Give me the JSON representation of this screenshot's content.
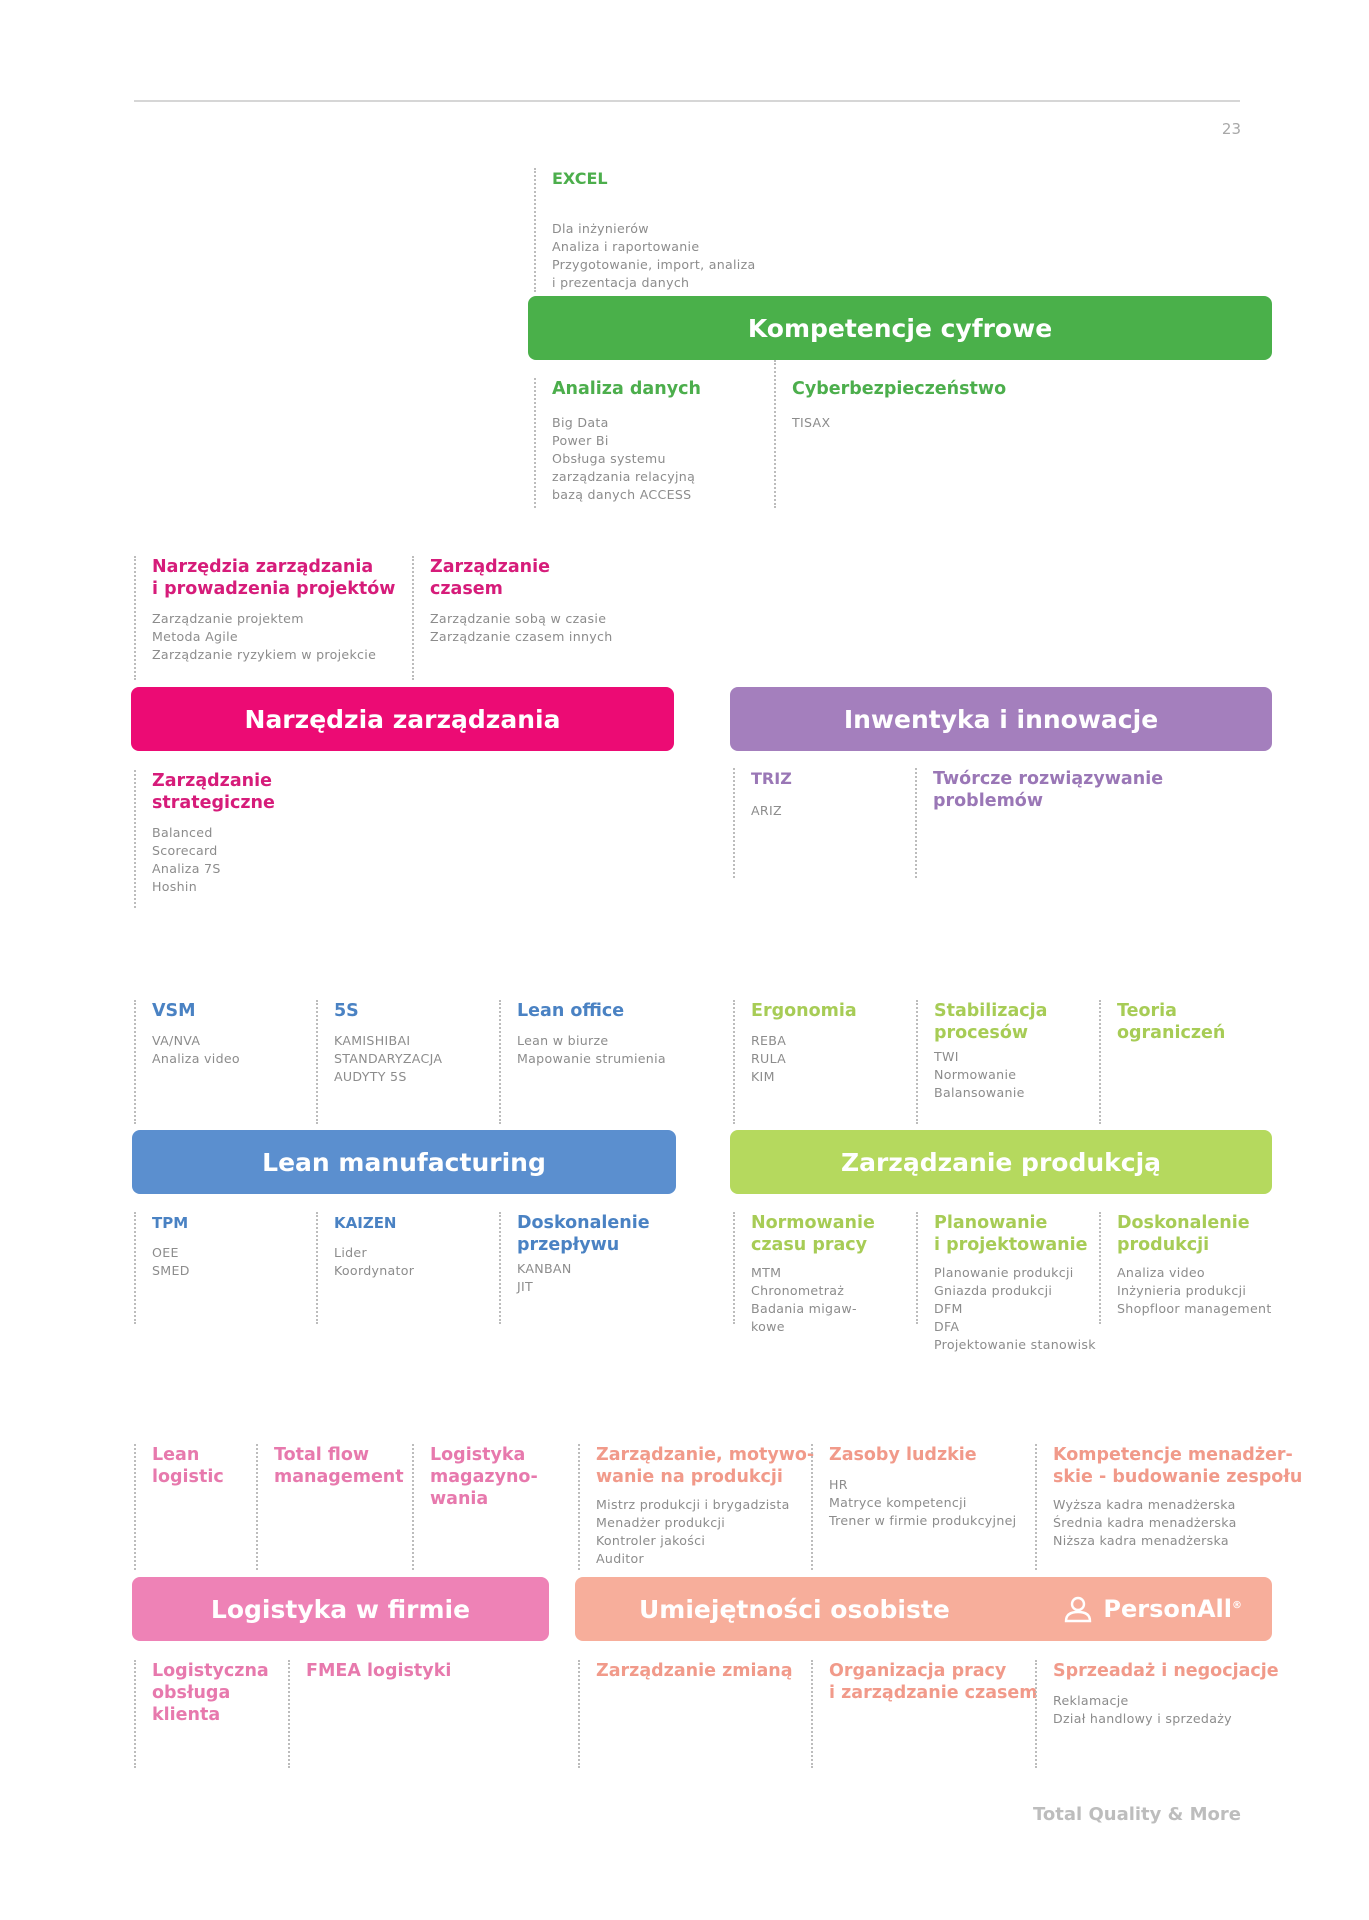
{
  "page_number": "23",
  "footer": "Total Quality & More",
  "digital": {
    "title": "Kompetencje cyfrowe",
    "color": "#4ab04a",
    "excel": {
      "title": "EXCEL",
      "items": [
        "Dla inżynierów",
        "Analiza i raportowanie",
        "Przygotowanie, import, analiza",
        "i prezentacja danych"
      ]
    },
    "analiza": {
      "title": "Analiza danych",
      "items": [
        "Big Data",
        "Power Bi",
        "Obsługa systemu",
        "zarządzania relacyjną",
        "bazą danych ACCESS"
      ]
    },
    "cyber": {
      "title": "Cyberbezpieczeństwo",
      "items": [
        "TISAX"
      ]
    }
  },
  "management": {
    "title": "Narzędzia zarządzania",
    "color": "#ec0b74",
    "projects": {
      "title": [
        "Narzędzia zarządzania",
        "i prowadzenia projektów"
      ],
      "items": [
        "Zarządzanie projektem",
        "Metoda Agile",
        "Zarządzanie ryzykiem w projekcie"
      ]
    },
    "time": {
      "title": [
        "Zarządzanie",
        "czasem"
      ],
      "items": [
        "Zarządzanie sobą w czasie",
        "Zarządzanie czasem innych"
      ]
    },
    "strategic": {
      "title": [
        "Zarządzanie",
        "strategiczne"
      ],
      "items": [
        "Balanced",
        "Scorecard",
        "Analiza 7S",
        "Hoshin"
      ]
    }
  },
  "innovation": {
    "title": "Inwentyka i innowacje",
    "color": "#a47fbd",
    "triz": {
      "title": "TRIZ",
      "items": [
        "ARIZ"
      ]
    },
    "creative": {
      "title": [
        "Twórcze rozwiązywanie",
        "problemów"
      ]
    }
  },
  "lean": {
    "title": "Lean manufacturing",
    "color": "#5b8fcf",
    "vsm": {
      "title": "VSM",
      "items": [
        "VA/NVA",
        "Analiza video"
      ]
    },
    "s5": {
      "title": "5S",
      "items": [
        "KAMISHIBAI",
        "STANDARYZACJA",
        "AUDYTY 5S"
      ]
    },
    "office": {
      "title": "Lean office",
      "items": [
        "Lean w biurze",
        "Mapowanie strumienia"
      ]
    },
    "tpm": {
      "title": "TPM",
      "items": [
        "OEE",
        "SMED"
      ]
    },
    "kaizen": {
      "title": "KAIZEN",
      "items": [
        "Lider",
        "Koordynator"
      ]
    },
    "flow": {
      "title": [
        "Doskonalenie",
        "przepływu"
      ],
      "items": [
        "KANBAN",
        "JIT"
      ]
    }
  },
  "production": {
    "title": "Zarządzanie produkcją",
    "color": "#b5d95e",
    "ergo": {
      "title": "Ergonomia",
      "items": [
        "REBA",
        "RULA",
        "KIM"
      ]
    },
    "stab": {
      "title": [
        "Stabilizacja",
        "procesów"
      ],
      "items": [
        "TWI",
        "Normowanie",
        "Balansowanie"
      ]
    },
    "toc": {
      "title": [
        "Teoria",
        "ograniczeń"
      ]
    },
    "norm": {
      "title": [
        "Normowanie",
        "czasu pracy"
      ],
      "items": [
        "MTM",
        "Chronometraż",
        "Badania migaw-",
        "kowe"
      ]
    },
    "plan": {
      "title": [
        "Planowanie",
        "i projektowanie"
      ],
      "items": [
        "Planowanie produkcji",
        "Gniazda produkcji",
        "DFM",
        "DFA",
        "Projektowanie stanowisk"
      ]
    },
    "improve": {
      "title": [
        "Doskonalenie",
        "produkcji"
      ],
      "items": [
        "Analiza video",
        "Inżynieria produkcji",
        "Shopfloor management"
      ]
    }
  },
  "logistics": {
    "title": "Logistyka w firmie",
    "color": "#ee82b6",
    "lean": {
      "title": [
        "Lean",
        "logistic"
      ]
    },
    "tfm": {
      "title": [
        "Total flow",
        "management"
      ]
    },
    "warehouse": {
      "title": [
        "Logistyka",
        "magazyno-",
        "wania"
      ]
    },
    "customer": {
      "title": [
        "Logistyczna",
        "obsługa",
        "klienta"
      ]
    },
    "fmea": {
      "title": "FMEA logistyki"
    }
  },
  "personal": {
    "title": "Umiejętności osobiste",
    "brand": "PersonAll",
    "brand_mark": "®",
    "color": "#f7ae9b",
    "motivation": {
      "title": [
        "Zarządzanie, motywo-",
        "wanie na produkcji"
      ],
      "items": [
        "Mistrz produkcji i brygadzista",
        "Menadżer produkcji",
        "Kontroler jakości",
        "Auditor"
      ]
    },
    "hr": {
      "title": "Zasoby ludzkie",
      "items": [
        "HR",
        "Matryce kompetencji",
        "Trener w firmie produkcyjnej"
      ]
    },
    "managerial": {
      "title": [
        "Kompetencje menadżer-",
        "skie - budowanie zespołu"
      ],
      "items": [
        "Wyższa kadra menadżerska",
        "Średnia kadra menadżerska",
        "Niższa kadra menadżerska"
      ]
    },
    "change": {
      "title": "Zarządzanie zmianą"
    },
    "org": {
      "title": [
        "Organizacja pracy",
        "i zarządzanie czasem"
      ]
    },
    "sales": {
      "title": "Sprzeadaż i negocjacje",
      "items": [
        "Reklamacje",
        "Dział handlowy i sprzedaży"
      ]
    }
  }
}
